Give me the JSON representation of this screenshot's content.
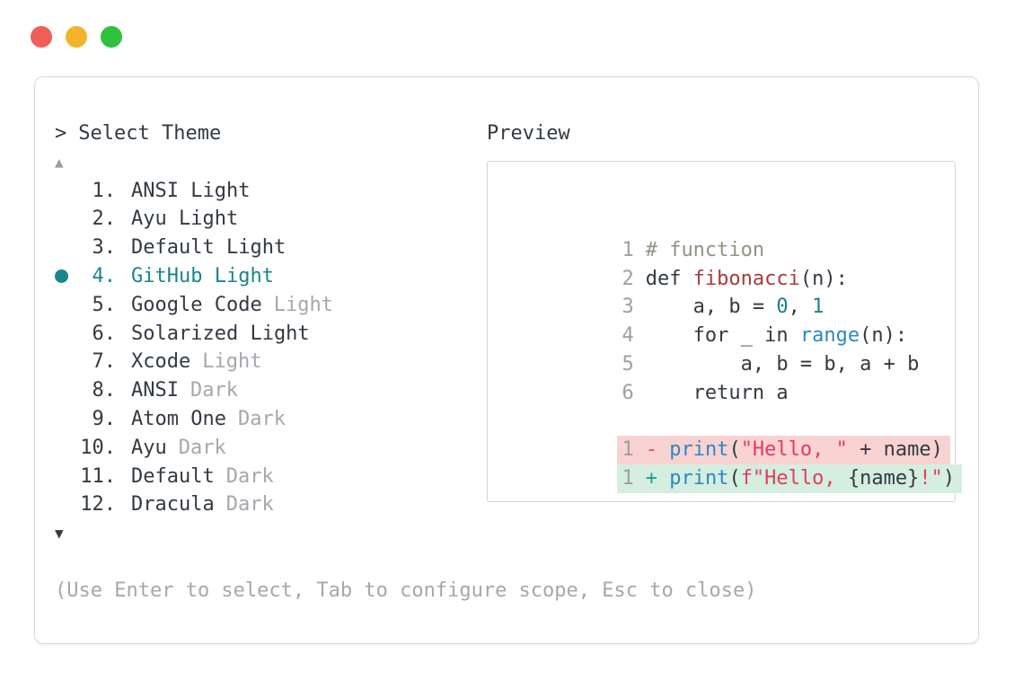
{
  "window": {
    "traffic_lights": {
      "close": "close",
      "minimize": "minimize",
      "maximize": "maximize"
    }
  },
  "colors": {
    "accent_teal": "#17868d",
    "text_dark": "#333a41",
    "text_gray": "#a4a8ad",
    "arrow_gray": "#9a9ea3",
    "traffic_lights": {
      "red": "#f15e57",
      "yellow": "#f4b32c",
      "green": "#2fc23c"
    },
    "syntax": {
      "plain": "#333a41",
      "comment": "#909582",
      "func": "#ac3a3a",
      "builtin": "#2f87c3",
      "number": "#17828c",
      "string": "#e23d5f",
      "minus": "#da4a66",
      "plus": "#1d9e8a",
      "linenum": "#9ba0a5"
    },
    "diff_bg": {
      "removed": "#f8d3d2",
      "added": "#d4eedf"
    }
  },
  "prompt": {
    "caret": ">",
    "label": "Select Theme"
  },
  "theme_list": {
    "scroll_up_indicator": "▲",
    "scroll_down_indicator": "▼",
    "selected_index": 3,
    "items": [
      {
        "number": "1.",
        "name": "ANSI Light",
        "suffix": ""
      },
      {
        "number": "2.",
        "name": "Ayu Light",
        "suffix": ""
      },
      {
        "number": "3.",
        "name": "Default Light",
        "suffix": ""
      },
      {
        "number": "4.",
        "name": "GitHub Light",
        "suffix": "",
        "selected": true
      },
      {
        "number": "5.",
        "name": "Google Code",
        "suffix": "Light"
      },
      {
        "number": "6.",
        "name": "Solarized Light",
        "suffix": ""
      },
      {
        "number": "7.",
        "name": "Xcode",
        "suffix": "Light"
      },
      {
        "number": "8.",
        "name": "ANSI",
        "suffix": "Dark"
      },
      {
        "number": "9.",
        "name": "Atom One",
        "suffix": "Dark"
      },
      {
        "number": "10.",
        "name": "Ayu",
        "suffix": "Dark"
      },
      {
        "number": "11.",
        "name": "Default",
        "suffix": "Dark"
      },
      {
        "number": "12.",
        "name": "Dracula",
        "suffix": "Dark"
      }
    ]
  },
  "preview": {
    "label": "Preview",
    "code_lines": [
      {
        "num": "1",
        "tokens": [
          {
            "t": "# function",
            "c": "comment"
          }
        ]
      },
      {
        "num": "2",
        "tokens": [
          {
            "t": "def ",
            "c": "plain"
          },
          {
            "t": "fibonacci",
            "c": "func"
          },
          {
            "t": "(n):",
            "c": "plain"
          }
        ]
      },
      {
        "num": "3",
        "tokens": [
          {
            "t": "    a, b = ",
            "c": "plain"
          },
          {
            "t": "0",
            "c": "number"
          },
          {
            "t": ", ",
            "c": "plain"
          },
          {
            "t": "1",
            "c": "number"
          }
        ]
      },
      {
        "num": "4",
        "tokens": [
          {
            "t": "    for _ in ",
            "c": "plain"
          },
          {
            "t": "range",
            "c": "builtin"
          },
          {
            "t": "(n):",
            "c": "plain"
          }
        ]
      },
      {
        "num": "5",
        "tokens": [
          {
            "t": "        a, b = b, a + b",
            "c": "plain"
          }
        ]
      },
      {
        "num": "6",
        "tokens": [
          {
            "t": "    return a",
            "c": "plain"
          }
        ]
      }
    ],
    "diff_lines": [
      {
        "num": "1",
        "kind": "removed",
        "tokens": [
          {
            "t": "-",
            "c": "minus"
          },
          {
            "t": " ",
            "c": "plain"
          },
          {
            "t": "print",
            "c": "builtin"
          },
          {
            "t": "(",
            "c": "plain"
          },
          {
            "t": "\"Hello, \"",
            "c": "string"
          },
          {
            "t": " + name)",
            "c": "plain"
          }
        ]
      },
      {
        "num": "1",
        "kind": "added",
        "tokens": [
          {
            "t": "+",
            "c": "plus"
          },
          {
            "t": " ",
            "c": "plain"
          },
          {
            "t": "print",
            "c": "builtin"
          },
          {
            "t": "(",
            "c": "plain"
          },
          {
            "t": "f\"Hello, ",
            "c": "string"
          },
          {
            "t": "{name}",
            "c": "plain"
          },
          {
            "t": "!\"",
            "c": "string"
          },
          {
            "t": ")",
            "c": "plain"
          }
        ]
      }
    ]
  },
  "footer": {
    "hint": "(Use Enter to select, Tab to configure scope, Esc to close)"
  }
}
